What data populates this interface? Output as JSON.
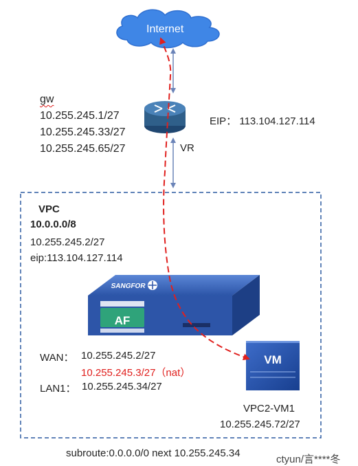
{
  "cloud": {
    "label": "Internet"
  },
  "router": {
    "gw_label": "gw",
    "gw_addresses": [
      "10.255.245.1/27",
      "10.255.245.33/27",
      "10.255.245.65/27"
    ],
    "eip": "EIP： 113.104.127.114",
    "name": "VR"
  },
  "vpc": {
    "title": "VPC",
    "cidr": "10.0.0.0/8",
    "address": "10.255.245.2/27",
    "eip": "eip:113.104.127.114"
  },
  "firewall": {
    "brand": "SANGFOR",
    "badge": "AF",
    "wan_label": "WAN：",
    "wan_ip": "10.255.245.2/27",
    "nat_ip": "10.255.245.3/27（nat）",
    "lan_label": "LAN1：",
    "lan_ip": "10.255.245.34/27"
  },
  "vm": {
    "badge": "VM",
    "name": "VPC2-VM1",
    "ip": "10.255.245.72/27"
  },
  "footer": {
    "route": "subroute:0.0.0.0/0 next 10.255.245.34"
  },
  "watermark": "ctyun/言****冬",
  "colors": {
    "cloud": "#3f86e6",
    "router": "#2f5f8a",
    "link": "#6b84b8",
    "path": "#e0201e",
    "vpc_border": "#2c5aa0",
    "firewall": "#2d55a8",
    "vm": "#1f4a9e"
  }
}
